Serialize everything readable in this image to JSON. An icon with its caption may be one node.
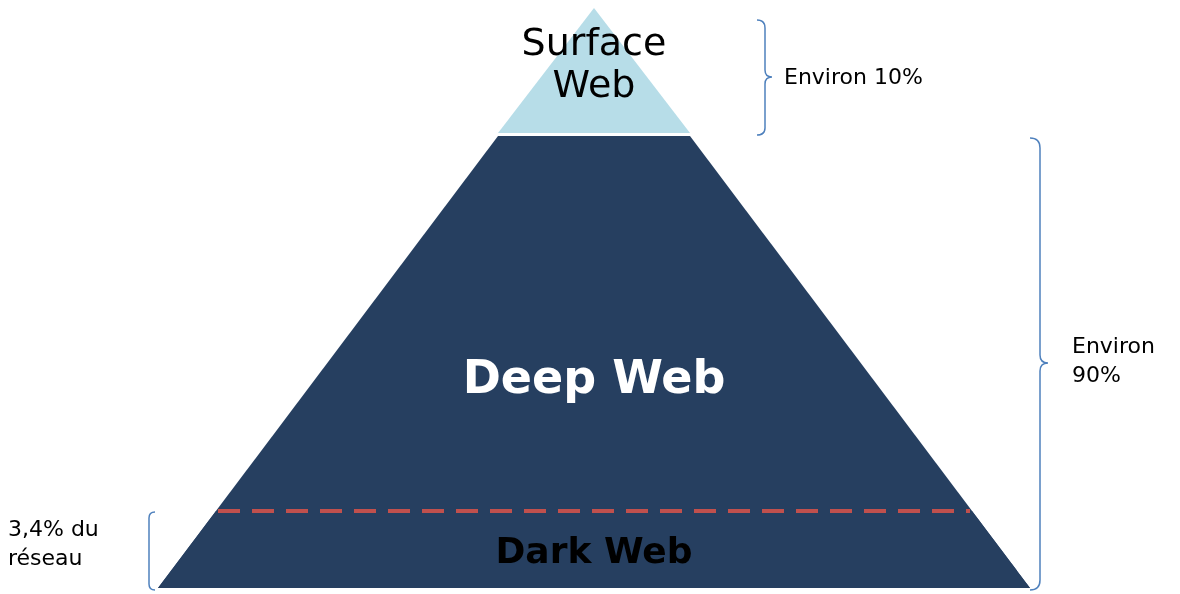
{
  "diagram": {
    "nodes": [
      {
        "text": [
          "Surface Web"
        ]
      },
      {
        "text": [
          "Deep Web"
        ]
      },
      {
        "text": [
          "Dark Web"
        ],
        "in": 1
      }
    ],
    "labels": [
      "Environ 10%",
      "Environ 90%",
      "3,4% du réseau"
    ]
  }
}
